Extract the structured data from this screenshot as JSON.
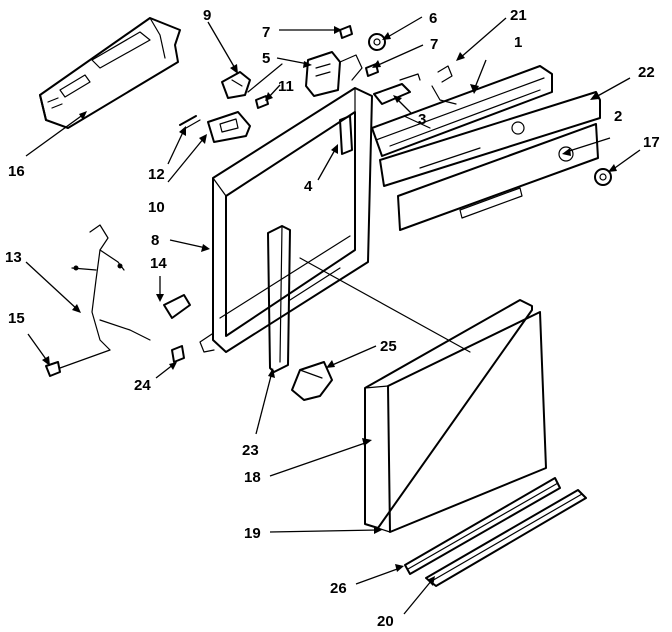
{
  "callouts": [
    {
      "id": "c1",
      "label": "1"
    },
    {
      "id": "c2",
      "label": "2"
    },
    {
      "id": "c3",
      "label": "3"
    },
    {
      "id": "c4",
      "label": "4"
    },
    {
      "id": "c5",
      "label": "5"
    },
    {
      "id": "c6",
      "label": "6"
    },
    {
      "id": "c7a",
      "label": "7"
    },
    {
      "id": "c7b",
      "label": "7"
    },
    {
      "id": "c8",
      "label": "8"
    },
    {
      "id": "c9",
      "label": "9"
    },
    {
      "id": "c10",
      "label": "10"
    },
    {
      "id": "c11",
      "label": "11"
    },
    {
      "id": "c12",
      "label": "12"
    },
    {
      "id": "c13",
      "label": "13"
    },
    {
      "id": "c14",
      "label": "14"
    },
    {
      "id": "c15",
      "label": "15"
    },
    {
      "id": "c16",
      "label": "16"
    },
    {
      "id": "c17",
      "label": "17"
    },
    {
      "id": "c18",
      "label": "18"
    },
    {
      "id": "c19",
      "label": "19"
    },
    {
      "id": "c20",
      "label": "20"
    },
    {
      "id": "c21",
      "label": "21"
    },
    {
      "id": "c22",
      "label": "22"
    },
    {
      "id": "c23",
      "label": "23"
    },
    {
      "id": "c24",
      "label": "24"
    },
    {
      "id": "c25",
      "label": "25"
    },
    {
      "id": "c26",
      "label": "26"
    }
  ]
}
